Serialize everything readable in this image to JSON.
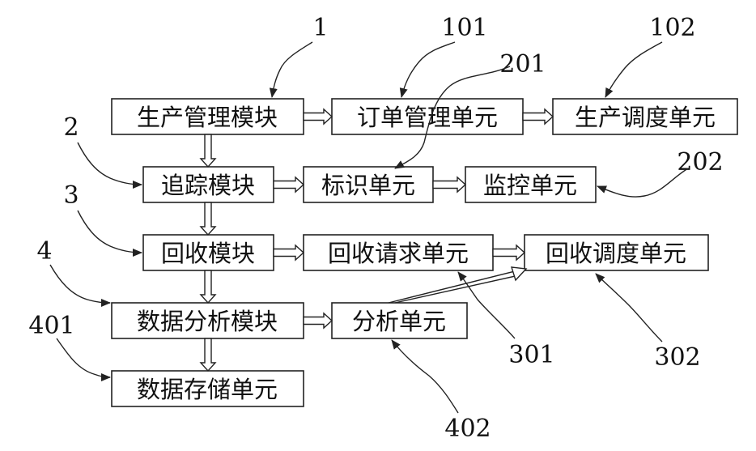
{
  "modules": {
    "production_management": "生产管理模块",
    "tracking": "追踪模块",
    "recycling": "回收模块",
    "data_analysis": "数据分析模块"
  },
  "units": {
    "order_management": "订单管理单元",
    "production_scheduling": "生产调度单元",
    "identification": "标识单元",
    "monitoring": "监控单元",
    "recycle_request": "回收请求单元",
    "recycle_scheduling": "回收调度单元",
    "analysis": "分析单元",
    "data_storage": "数据存储单元"
  },
  "reference_numerals": {
    "production_management": "1",
    "order_management": "101",
    "production_scheduling": "102",
    "tracking": "2",
    "identification": "201",
    "monitoring": "202",
    "recycling": "3",
    "recycle_request": "301",
    "recycle_scheduling": "302",
    "data_analysis": "4",
    "data_storage": "401",
    "analysis": "402"
  }
}
